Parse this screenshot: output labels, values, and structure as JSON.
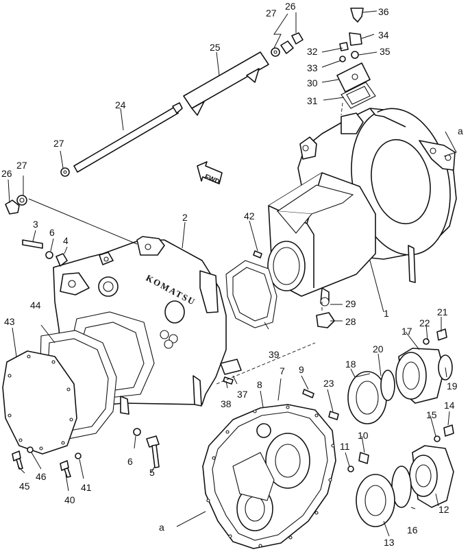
{
  "callouts": [
    "1",
    "2",
    "3",
    "4",
    "5",
    "6",
    "7",
    "8",
    "9",
    "10",
    "11",
    "12",
    "13",
    "14",
    "15",
    "16",
    "17",
    "18",
    "19",
    "20",
    "21",
    "22",
    "23",
    "24",
    "25",
    "26",
    "27",
    "28",
    "29",
    "30",
    "31",
    "32",
    "33",
    "34",
    "35",
    "36",
    "37",
    "38",
    "39",
    "40",
    "41",
    "42",
    "43",
    "44",
    "45",
    "46",
    "a"
  ],
  "direction_tag": "FWD",
  "brand_name": "KOMATSU",
  "colors": {
    "line": "#111111",
    "background": "#ffffff"
  }
}
